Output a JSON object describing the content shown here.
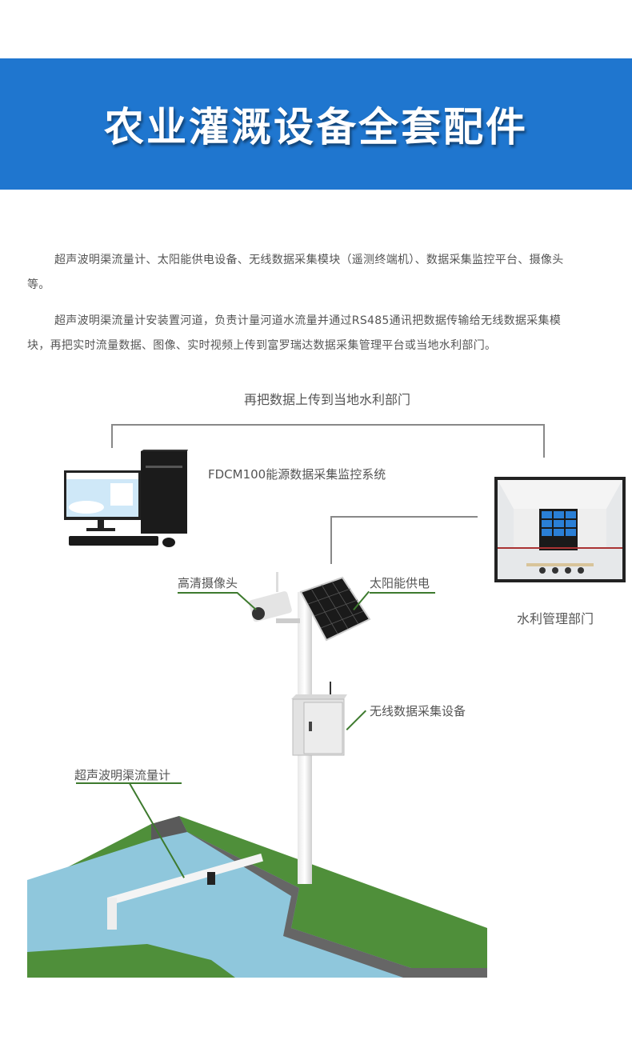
{
  "banner": {
    "title": "农业灌溉设备全套配件",
    "bg_color": "#1f76cf"
  },
  "intro": {
    "paragraph_1": "超声波明渠流量计、太阳能供电设备、无线数据采集模块（遥测终端机）、数据采集监控平台、摄像头等。",
    "paragraph_2": "超声波明渠流量计安装置河道，负责计量河道水流量并通过RS485通讯把数据传输给无线数据采集模块，再把实时流量数据、图像、实时视频上传到富罗瑞达数据采集管理平台或当地水利部门。"
  },
  "diagram": {
    "upload_caption": "再把数据上传到当地水利部门",
    "system_label": "FDCM100能源数据采集监控系统",
    "department_label": "水利管理部门",
    "labels": {
      "camera": "高清摄像头",
      "solar": "太阳能供电",
      "collector": "无线数据采集设备",
      "flowmeter": "超声波明渠流量计"
    },
    "accent_color": "#3d7a2e"
  }
}
